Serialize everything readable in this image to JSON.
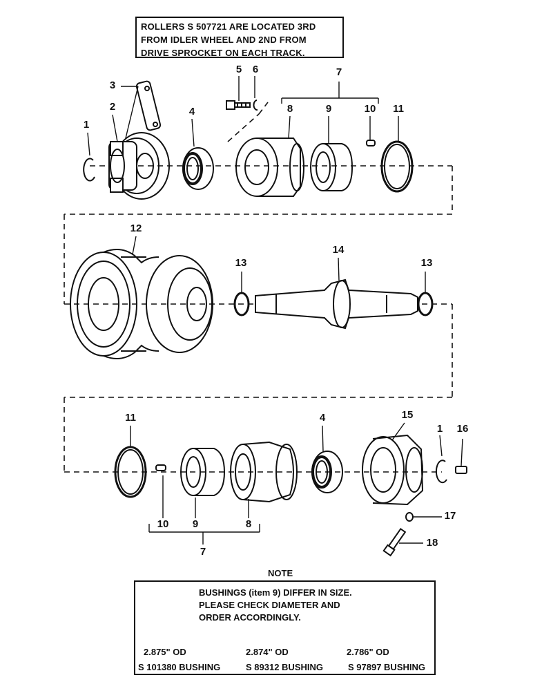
{
  "top_note": {
    "lines": [
      "ROLLERS S 507721 ARE LOCATED 3RD",
      "FROM IDLER WHEEL AND 2ND FROM",
      "DRIVE SPROCKET ON EACH TRACK."
    ]
  },
  "callouts": {
    "c1a": "1",
    "c2": "2",
    "c3": "3",
    "c4a": "4",
    "c5": "5",
    "c6": "6",
    "c7a": "7",
    "c8a": "8",
    "c9a": "9",
    "c10a": "10",
    "c11a": "11",
    "c12": "12",
    "c13a": "13",
    "c14": "14",
    "c13b": "13",
    "c11b": "11",
    "c4b": "4",
    "c15": "15",
    "c1b": "1",
    "c16": "16",
    "c10b": "10",
    "c9b": "9",
    "c8b": "8",
    "c17": "17",
    "c18": "18",
    "c7b": "7"
  },
  "note": {
    "title": "NOTE",
    "lines": [
      "BUSHINGS (item 9) DIFFER IN SIZE.",
      "PLEASE CHECK DIAMETER AND",
      "ORDER ACCORDINGLY."
    ],
    "bushings": [
      {
        "od": "2.875\" OD",
        "name": "S 101380 BUSHING"
      },
      {
        "od": "2.874\" OD",
        "name": "S 89312 BUSHING"
      },
      {
        "od": "2.786\" OD",
        "name": "S 97897 BUSHING"
      }
    ]
  }
}
